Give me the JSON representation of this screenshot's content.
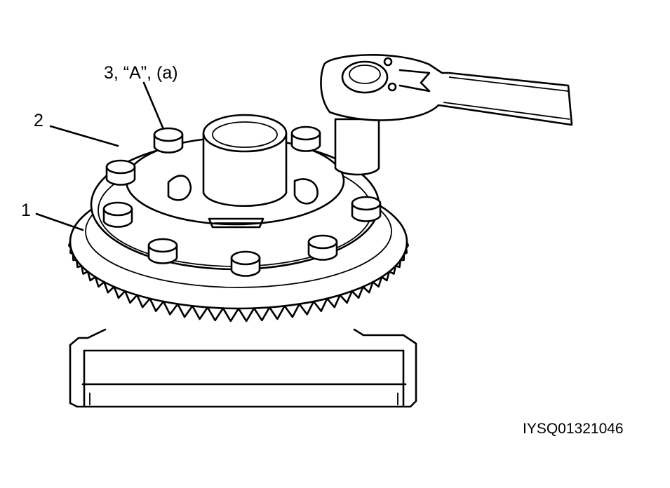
{
  "callouts": {
    "part_1": "1",
    "part_2": "2",
    "part_3": "3, “A”, (a)"
  },
  "figure_code": "IYSQ01321046",
  "colors": {
    "ink": "#000000",
    "paper": "#ffffff"
  },
  "icons": [
    "ring-gear",
    "differential-case",
    "bolt",
    "torque-wrench",
    "vise"
  ]
}
